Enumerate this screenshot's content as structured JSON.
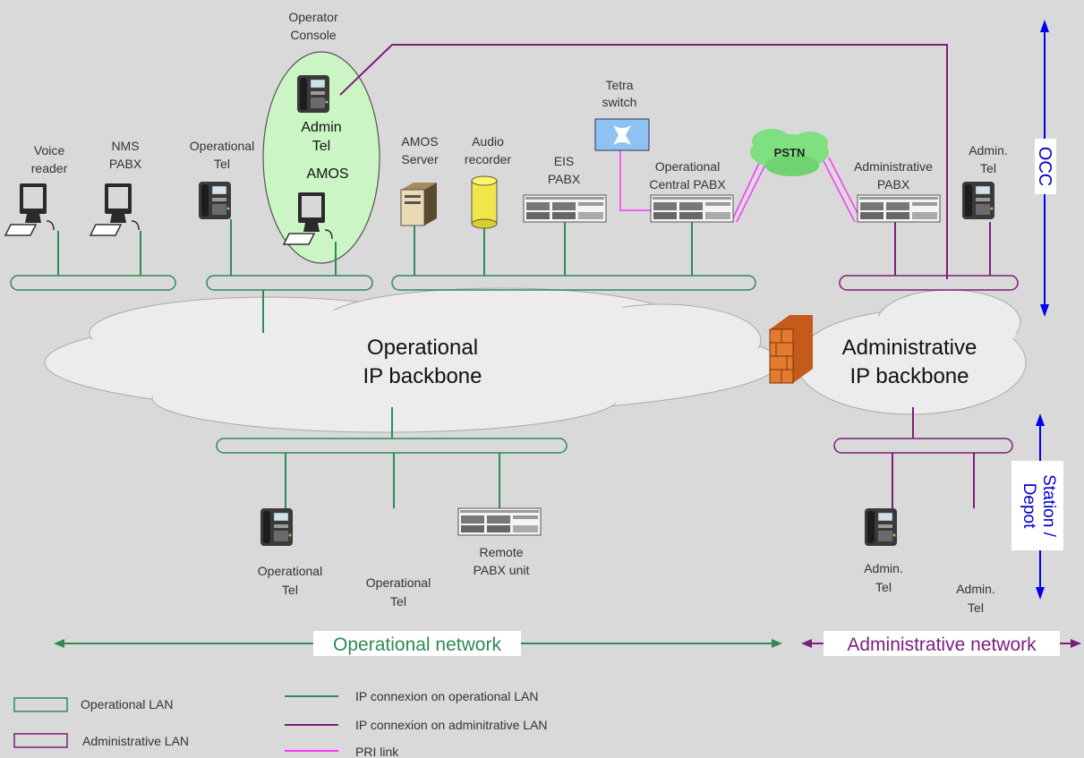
{
  "colors": {
    "background": "#d9d9d9",
    "operational": "#2e8b57",
    "administrative": "#7a1f7a",
    "pri": "#ff33ff",
    "occ_arrow": "#0000ee",
    "console_fill": "#ccf5c5",
    "cloud_fill": "#ececec"
  },
  "labels": {
    "operator_console": [
      "Operator",
      "Console"
    ],
    "admin_tel_console": [
      "Admin",
      "Tel"
    ],
    "amos": "AMOS",
    "voice_reader": [
      "Voice",
      "reader"
    ],
    "nms_pabx": [
      "NMS",
      "PABX"
    ],
    "operational_tel_top": [
      "Operational",
      "Tel"
    ],
    "amos_server": [
      "AMOS",
      "Server"
    ],
    "audio_recorder": [
      "Audio",
      "recorder"
    ],
    "tetra_switch": [
      "Tetra",
      "switch"
    ],
    "eis_pabx": [
      "EIS",
      "PABX"
    ],
    "operational_central_pabx": [
      "Operational",
      "Central PABX"
    ],
    "pstn": "PSTN",
    "administrative_pabx": [
      "Administrative",
      "PABX"
    ],
    "admin_tel_top": [
      "Admin.",
      "Tel"
    ],
    "occ": "OCC",
    "operational_backbone": [
      "Operational",
      "IP backbone"
    ],
    "administrative_backbone": [
      "Administrative",
      "IP backbone"
    ],
    "operational_tel_bottom_1": [
      "Operational",
      "Tel"
    ],
    "operational_tel_bottom_2": [
      "Operational",
      "Tel"
    ],
    "remote_pabx": [
      "Remote",
      "PABX unit"
    ],
    "admin_tel_bottom_1": [
      "Admin.",
      "Tel"
    ],
    "admin_tel_bottom_2": [
      "Admin.",
      "Tel"
    ],
    "station_depot": [
      "Station /",
      "Depot"
    ],
    "operational_network": "Operational network",
    "administrative_network": "Administrative network"
  },
  "legend": {
    "operational_lan": "Operational LAN",
    "administrative_lan": "Administrative LAN",
    "ip_operational": "IP connexion on operational LAN",
    "ip_administrative": "IP connexion on adminitrative LAN",
    "pri_link": "PRI link"
  },
  "icons": [
    "workstation-icon",
    "ip-phone-icon",
    "server-icon",
    "recorder-icon",
    "pabx-icon",
    "tetra-switch-icon",
    "firewall-icon",
    "cloud-icon"
  ]
}
